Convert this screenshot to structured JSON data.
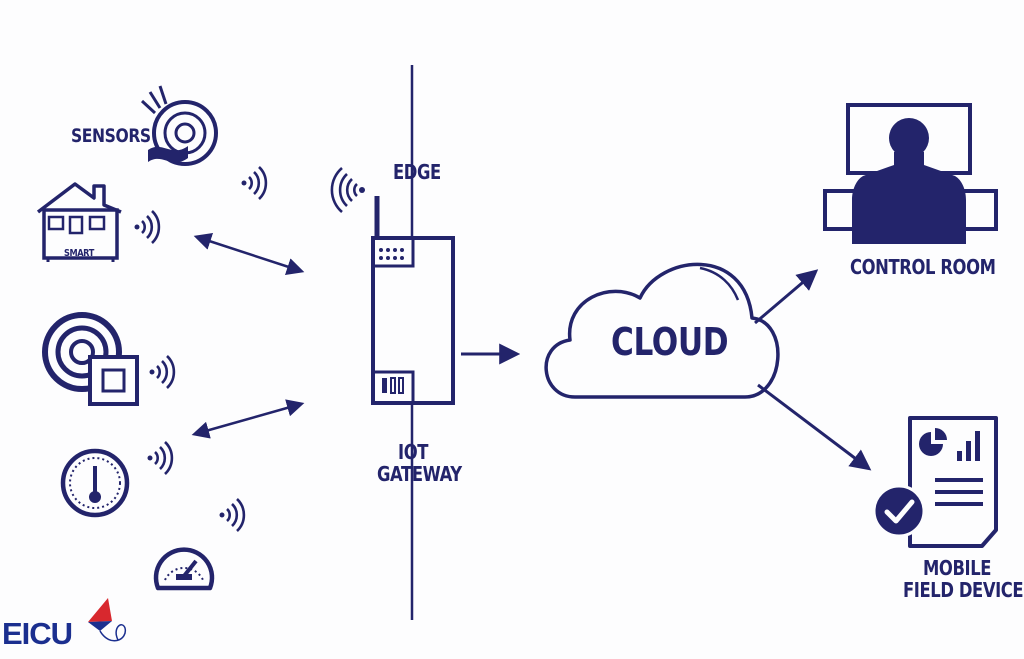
{
  "colors": {
    "primary": "#23246b",
    "accent": "#d8282e",
    "background": "#fdfdfe"
  },
  "labels": {
    "sensors": "SENSORS",
    "smart": "SMART",
    "edge": "EDGE",
    "iot_gateway_line1": "IOT",
    "iot_gateway_line2": "GATEWAY",
    "cloud": "CLOUD",
    "control_room": "CONTROL ROOM",
    "mobile_line1": "MOBILE",
    "mobile_line2": "FIELD DEVICE"
  },
  "logo": {
    "text": "EICU"
  },
  "icons": [
    "sensor-disc-icon",
    "smart-house-icon",
    "proximity-sensor-icon",
    "thermometer-gauge-icon",
    "speed-gauge-icon",
    "wifi-signal-icon",
    "gateway-device-icon",
    "cloud-icon",
    "operator-monitor-icon",
    "report-document-icon",
    "check-badge-icon",
    "kite-logo-icon"
  ]
}
